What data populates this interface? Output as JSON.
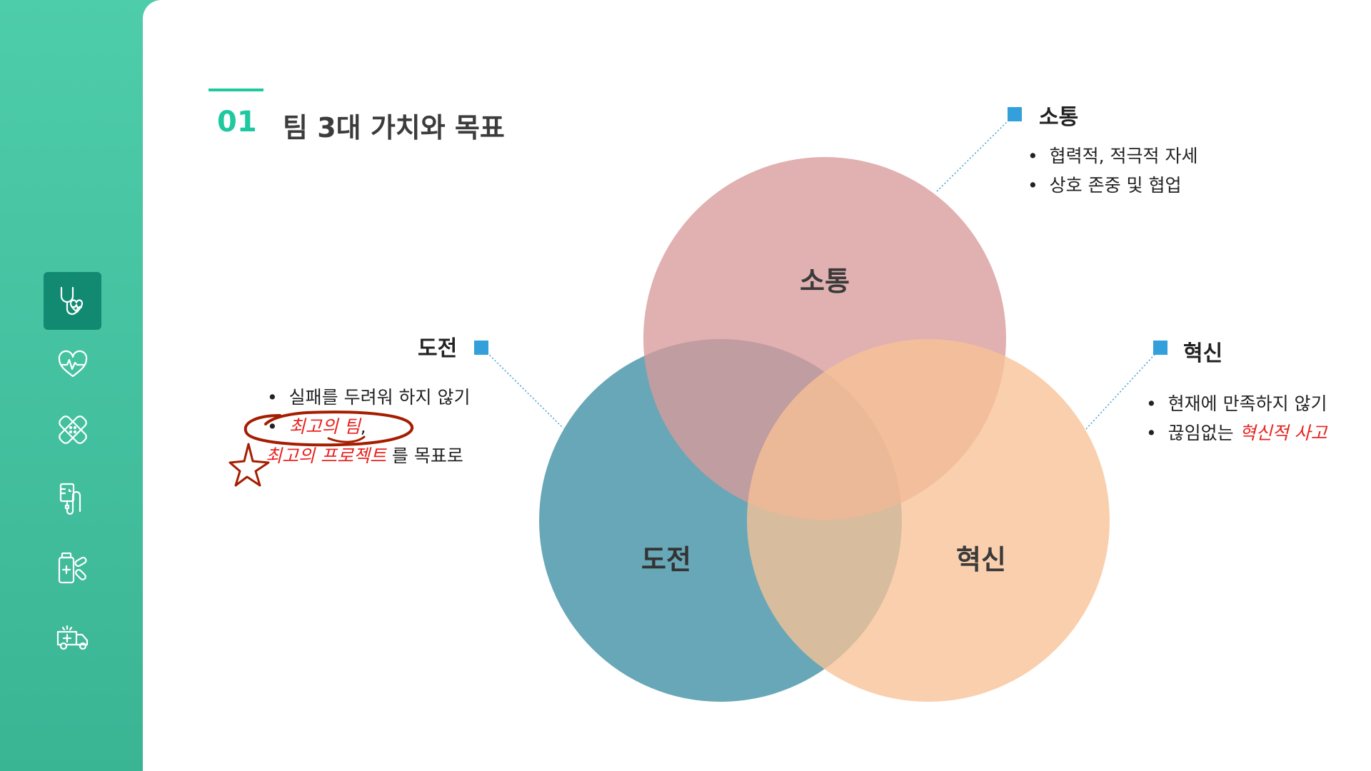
{
  "colors": {
    "sidebar": "#45c4a2",
    "accent": "#1ec9a0",
    "marker": "#33a0dc",
    "soutong_circle": "#e1aeae",
    "dojeon_circle": "#67a6b7",
    "hyeoksin_circle": "#f9cfa8",
    "highlight_text": "#e8231f",
    "pen_ink": "#a51d00"
  },
  "sidebar": {
    "items": [
      {
        "icon": "stethoscope-heart-icon",
        "active": true
      },
      {
        "icon": "heartbeat-icon",
        "active": false
      },
      {
        "icon": "bandage-icon",
        "active": false
      },
      {
        "icon": "iv-drip-icon",
        "active": false
      },
      {
        "icon": "medicine-pills-icon",
        "active": false
      },
      {
        "icon": "ambulance-icon",
        "active": false
      }
    ]
  },
  "header": {
    "number": "01",
    "title": "팀  3대 가치와 목표"
  },
  "venn": {
    "labels": {
      "top": "소통",
      "left": "도전",
      "right": "혁신"
    }
  },
  "values": {
    "soutong": {
      "title": "소통",
      "bullets": [
        "협력적, 적극적 자세",
        "상호 존중 및 협업"
      ]
    },
    "dojeon": {
      "title": "도전",
      "bullet1": "실패를 두려워 하지 않기",
      "bullet2_highlight": "최고의 팀",
      "bullet2_comma": ",",
      "line3_highlight": "최고의 프로젝트",
      "line3_rest": "를 목표로"
    },
    "hyeoksin": {
      "title": "혁신",
      "bullet1": "현재에 만족하지 않기",
      "bullet2_plain": "끊임없는",
      "bullet2_highlight": "혁신적 사고"
    }
  }
}
